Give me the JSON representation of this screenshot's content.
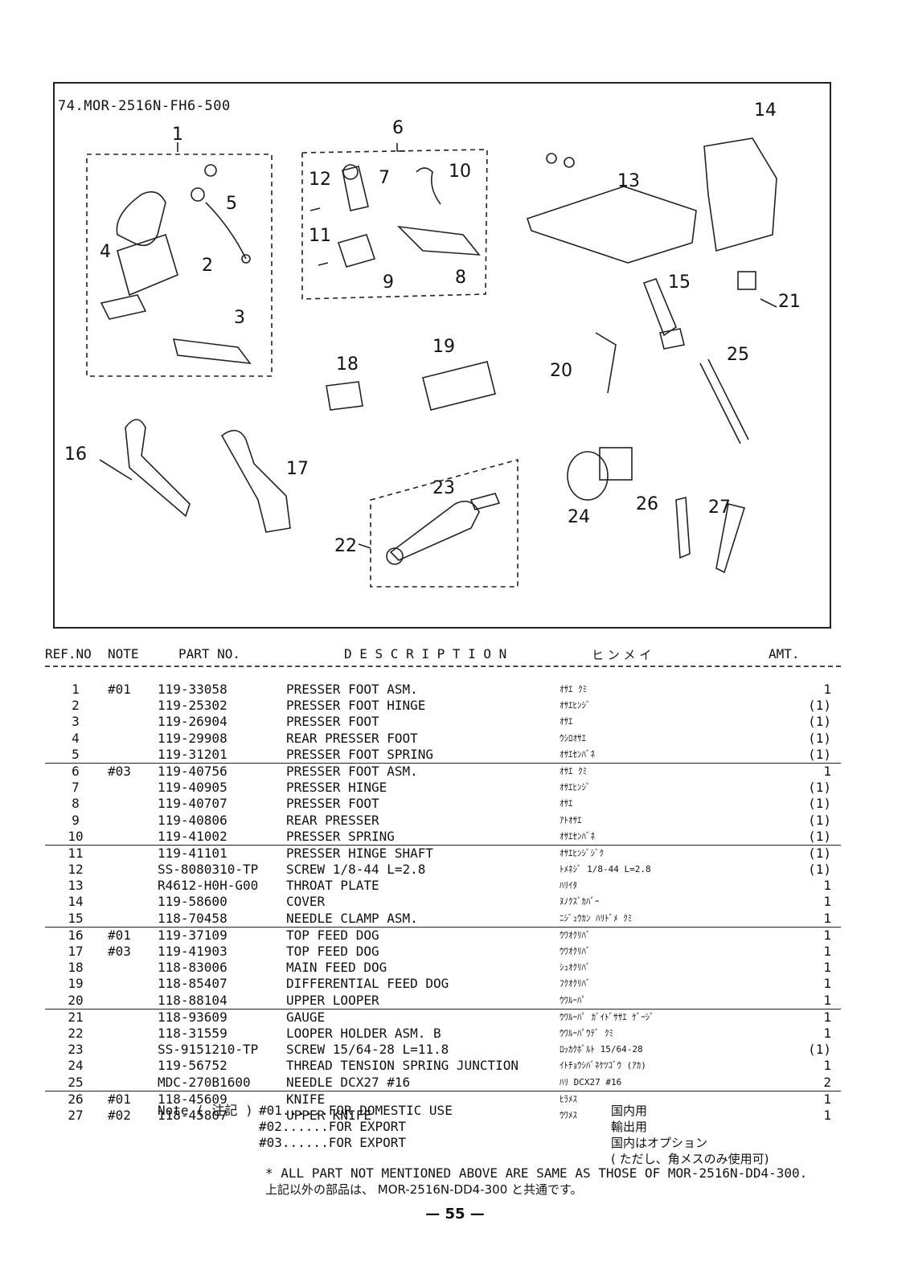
{
  "diagram": {
    "title": "74.MOR-2516N-FH6-500",
    "callouts": [
      "1",
      "2",
      "3",
      "4",
      "5",
      "6",
      "7",
      "8",
      "9",
      "10",
      "11",
      "12",
      "13",
      "14",
      "15",
      "16",
      "17",
      "18",
      "19",
      "20",
      "21",
      "22",
      "23",
      "24",
      "25",
      "26",
      "27"
    ]
  },
  "table": {
    "headers": {
      "ref": "REF.NO",
      "note": "NOTE",
      "part": "PART NO.",
      "desc": "D E S C R I P T I O N",
      "kana": "ヒ  ン  メ  イ",
      "amt": "AMT."
    },
    "rows": [
      {
        "ref": "1",
        "note": "#01",
        "part": "119-33058",
        "desc": "PRESSER FOOT ASM.",
        "kana": "ｵｻｴ ｸﾐ",
        "amt": "1"
      },
      {
        "ref": "2",
        "note": "",
        "part": "119-25302",
        "desc": "PRESSER FOOT HINGE",
        "kana": "ｵｻｴﾋﾝｼﾞ",
        "amt": "(1)"
      },
      {
        "ref": "3",
        "note": "",
        "part": "119-26904",
        "desc": "PRESSER FOOT",
        "kana": "ｵｻｴ",
        "amt": "(1)"
      },
      {
        "ref": "4",
        "note": "",
        "part": "119-29908",
        "desc": "REAR PRESSER FOOT",
        "kana": "ｳｼﾛｵｻｴ",
        "amt": "(1)"
      },
      {
        "ref": "5",
        "note": "",
        "part": "119-31201",
        "desc": "PRESSER FOOT SPRING",
        "kana": "ｵｻｴｾﾝﾊﾞﾈ",
        "amt": "(1)"
      },
      {
        "ref": "6",
        "note": "#03",
        "part": "119-40756",
        "desc": "PRESSER FOOT ASM.",
        "kana": "ｵｻｴ ｸﾐ",
        "amt": "1"
      },
      {
        "ref": "7",
        "note": "",
        "part": "119-40905",
        "desc": "PRESSER HINGE",
        "kana": "ｵｻｴﾋﾝｼﾞ",
        "amt": "(1)"
      },
      {
        "ref": "8",
        "note": "",
        "part": "119-40707",
        "desc": "PRESSER FOOT",
        "kana": "ｵｻｴ",
        "amt": "(1)"
      },
      {
        "ref": "9",
        "note": "",
        "part": "119-40806",
        "desc": "REAR PRESSER",
        "kana": "ｱﾄｵｻｴ",
        "amt": "(1)"
      },
      {
        "ref": "10",
        "note": "",
        "part": "119-41002",
        "desc": "PRESSER SPRING",
        "kana": "ｵｻｴｾﾝﾊﾞﾈ",
        "amt": "(1)"
      },
      {
        "ref": "11",
        "note": "",
        "part": "119-41101",
        "desc": "PRESSER HINGE SHAFT",
        "kana": "ｵｻｴﾋﾝｼﾞｼﾞｸ",
        "amt": "(1)"
      },
      {
        "ref": "12",
        "note": "",
        "part": "SS-8080310-TP",
        "desc": "SCREW 1/8-44 L=2.8",
        "kana": "ﾄﾒﾈｼﾞ 1/8-44 L=2.8",
        "amt": "(1)"
      },
      {
        "ref": "13",
        "note": "",
        "part": "R4612-H0H-G00",
        "desc": "THROAT PLATE",
        "kana": "ﾊﾘｲﾀ",
        "amt": "1"
      },
      {
        "ref": "14",
        "note": "",
        "part": "119-58600",
        "desc": "COVER",
        "kana": "ﾇﾉｸｽﾞｶﾊﾞｰ",
        "amt": "1"
      },
      {
        "ref": "15",
        "note": "",
        "part": "118-70458",
        "desc": "NEEDLE CLAMP ASM.",
        "kana": "ﾆｼﾞｭｳｶﾝ ﾊﾘﾄﾞﾒ ｸﾐ",
        "amt": "1"
      },
      {
        "ref": "16",
        "note": "#01",
        "part": "119-37109",
        "desc": "TOP FEED DOG",
        "kana": "ｳﾜｵｸﾘﾊﾞ",
        "amt": "1"
      },
      {
        "ref": "17",
        "note": "#03",
        "part": "119-41903",
        "desc": "TOP FEED DOG",
        "kana": "ｳﾜｵｸﾘﾊﾞ",
        "amt": "1"
      },
      {
        "ref": "18",
        "note": "",
        "part": "118-83006",
        "desc": "MAIN FEED DOG",
        "kana": "ｼｭｵｸﾘﾊﾞ",
        "amt": "1"
      },
      {
        "ref": "19",
        "note": "",
        "part": "118-85407",
        "desc": "DIFFERENTIAL FEED DOG",
        "kana": "ﾌｸｵｸﾘﾊﾞ",
        "amt": "1"
      },
      {
        "ref": "20",
        "note": "",
        "part": "118-88104",
        "desc": "UPPER LOOPER",
        "kana": "ｳﾜﾙｰﾊﾟ",
        "amt": "1"
      },
      {
        "ref": "21",
        "note": "",
        "part": "118-93609",
        "desc": "GAUGE",
        "kana": "ｳﾜﾙｰﾊﾟ ｶﾞｲﾄﾞｻｻｴ ｹﾞｰｼﾞ",
        "amt": "1"
      },
      {
        "ref": "22",
        "note": "",
        "part": "118-31559",
        "desc": "LOOPER HOLDER ASM. B",
        "kana": "ｳﾜﾙｰﾊﾟｳﾃﾞ ｸﾐ",
        "amt": "1"
      },
      {
        "ref": "23",
        "note": "",
        "part": "SS-9151210-TP",
        "desc": "SCREW 15/64-28 L=11.8",
        "kana": "ﾛｯｶｸﾎﾞﾙﾄ 15/64-28",
        "amt": "(1)"
      },
      {
        "ref": "24",
        "note": "",
        "part": "119-56752",
        "desc": "THREAD TENSION SPRING JUNCTION",
        "kana": "ｲﾄﾁｮｳｼﾊﾞﾈｹﾂｺﾞｳ (ｱｶ)",
        "amt": "1"
      },
      {
        "ref": "25",
        "note": "",
        "part": "MDC-270B1600",
        "desc": "NEEDLE DCX27 #16",
        "kana": "ﾊﾘ DCX27 #16",
        "amt": "2"
      },
      {
        "ref": "26",
        "note": "#01",
        "part": "118-45609",
        "desc": "KNIFE",
        "kana": "ﾋﾗﾒｽ",
        "amt": "1"
      },
      {
        "ref": "27",
        "note": "#02",
        "part": "118-45807",
        "desc": "UPPER KNIFE",
        "kana": "ｳﾜﾒｽ",
        "amt": "1"
      }
    ]
  },
  "notes": {
    "label": "Note ( 注記 )",
    "items": [
      {
        "code": "#01......FOR DOMESTIC USE",
        "jp": "国内用"
      },
      {
        "code": "#02......FOR EXPORT",
        "jp": "輸出用"
      },
      {
        "code": "#03......FOR EXPORT",
        "jp": "国内はオプション"
      }
    ],
    "extra_jp": "( ただし、角メスのみ使用可)"
  },
  "footer": {
    "line1": "* ALL PART NOT MENTIONED ABOVE ARE SAME AS THOSE OF MOR-2516N-DD4-300.",
    "line2": "上記以外の部品は、 MOR-2516N-DD4-300 と共通です。"
  },
  "page_number": "— 55 —"
}
